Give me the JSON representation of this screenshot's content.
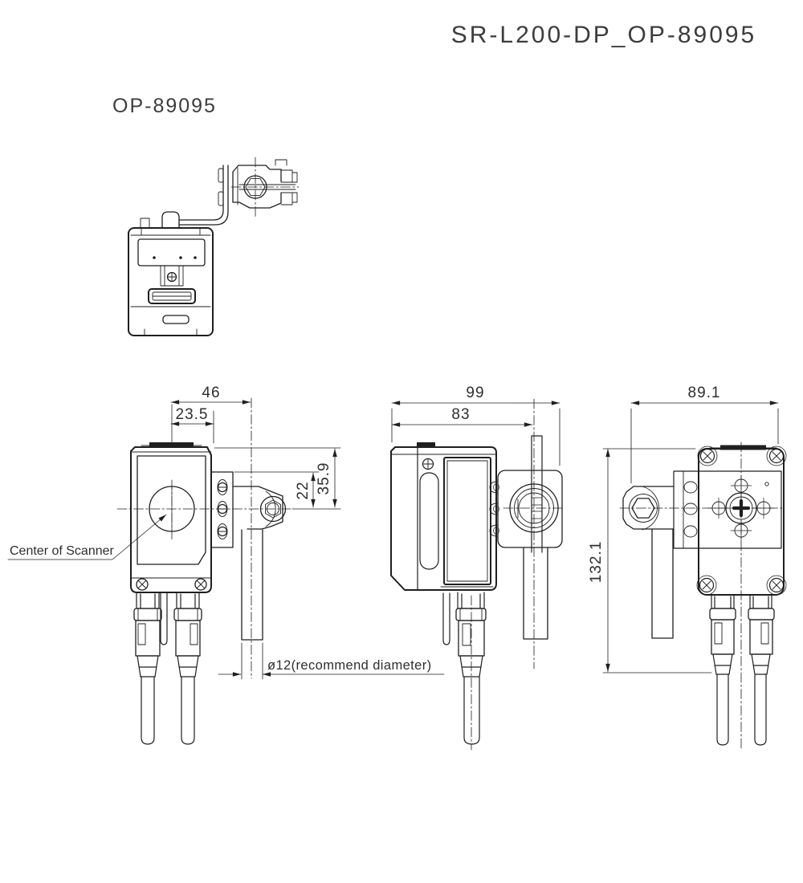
{
  "drawing": {
    "title": "SR-L200-DP_OP-89095",
    "part_number": "OP-89095",
    "line_color": "#1f1f1f",
    "background": "#ffffff"
  },
  "views": {
    "front": {
      "dim_center_to_pole": "46",
      "dim_center_to_edge": "23.5",
      "dim_top_to_center": "35.9",
      "dim_bracket_to_center": "22",
      "center_label": "Center of Scanner",
      "pole_note": "ø12(recommend diameter)"
    },
    "side": {
      "dim_overall_depth": "99",
      "dim_front_to_pole_center": "83"
    },
    "rear": {
      "dim_overall_width": "89.1",
      "dim_overall_height": "132.1"
    }
  }
}
